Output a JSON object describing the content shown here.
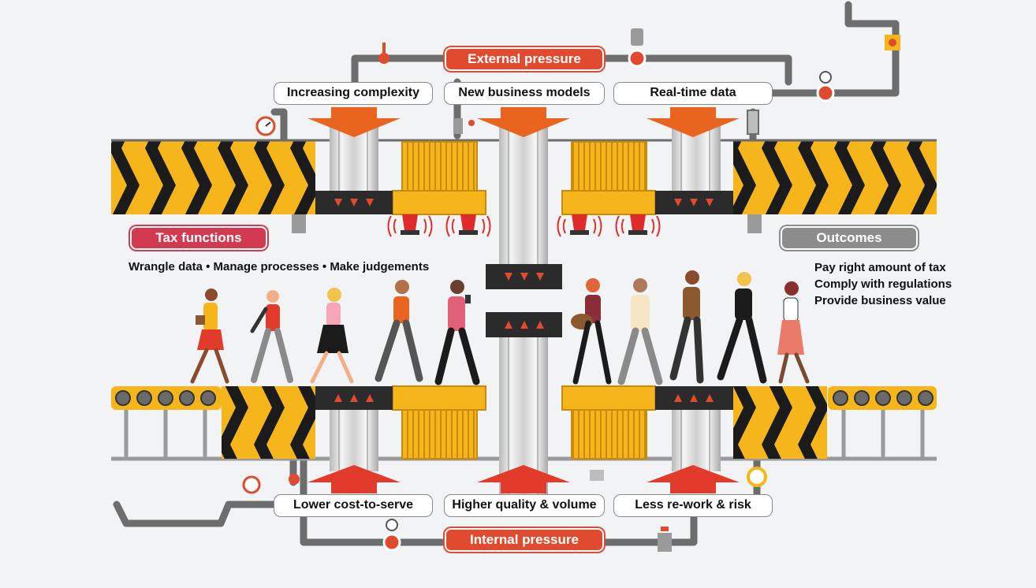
{
  "external_pressure": {
    "title": "External pressure",
    "items": [
      "Increasing complexity",
      "New business models",
      "Real-time data"
    ]
  },
  "internal_pressure": {
    "title": "Internal pressure",
    "items": [
      "Lower cost-to-serve",
      "Higher quality & volume",
      "Less re-work & risk"
    ]
  },
  "tax_functions": {
    "title": "Tax functions",
    "description": "Wrangle data • Manage processes • Make judgements"
  },
  "outcomes": {
    "title": "Outcomes",
    "items": [
      "Pay right amount of tax",
      "Comply with regulations",
      "Provide business value"
    ]
  },
  "colors": {
    "accent_red": "#e04a2f",
    "tax_pink": "#d23a4f",
    "outcome_grey": "#8c8c8c",
    "hazard_yellow": "#f5b51b",
    "hazard_black": "#1b1b1b"
  },
  "icons": [
    "pressure-gauge-icon",
    "valve-icon",
    "alarm-light-icon",
    "down-arrow-icon",
    "up-arrow-icon",
    "person-icon"
  ]
}
